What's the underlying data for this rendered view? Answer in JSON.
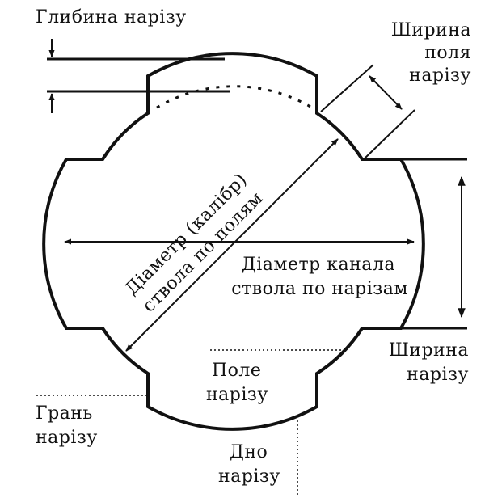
{
  "colors": {
    "stroke": "#111111",
    "background": "#ffffff"
  },
  "labels": {
    "groove_depth": "Глибина нарізу",
    "land_width": [
      "Ширина",
      "поля",
      "нарізу"
    ],
    "caliber_diameter": [
      "Діаметр (калібр)",
      "ствола по полям"
    ],
    "groove_diameter": [
      "Діаметр канала",
      "ствола по нарізам"
    ],
    "groove_width": [
      "Ширина",
      "нарізу"
    ],
    "land": [
      "Поле",
      "нарізу"
    ],
    "groove_edge": [
      "Грань",
      "нарізу"
    ],
    "groove_bottom": [
      "Дно",
      "нарізу"
    ]
  }
}
